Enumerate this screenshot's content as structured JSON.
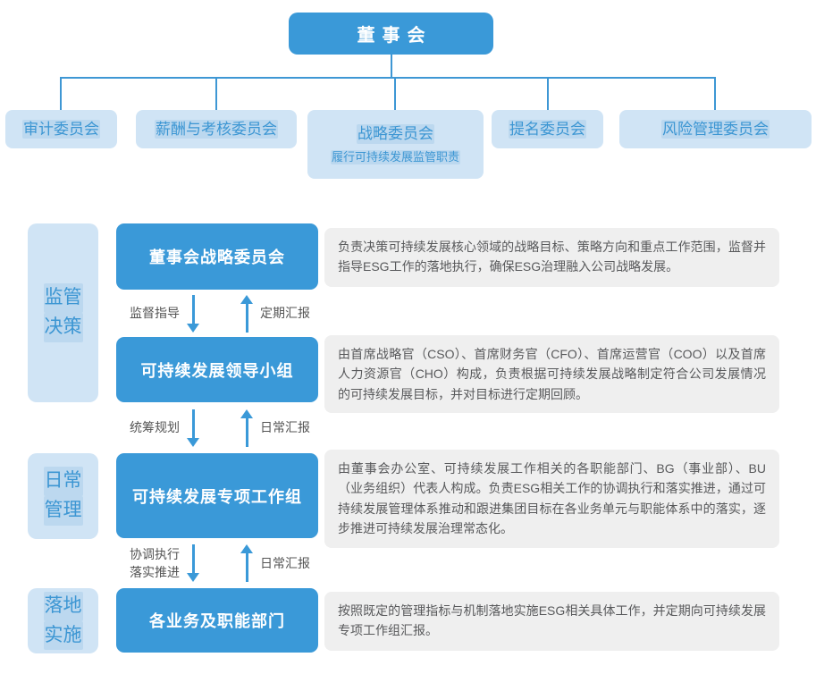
{
  "colors": {
    "primary_blue": "#3a99d8",
    "line_blue": "#3e97d4",
    "light_blue": "#d0e4f5",
    "hl_blue": "#bcd8ef",
    "label_blue": "#3c96d3",
    "desc_bg": "#efefef",
    "desc_text": "#58595b",
    "arrow_label": "#555555"
  },
  "board": {
    "label": "董事会"
  },
  "committees": [
    {
      "label": "审计委员会"
    },
    {
      "label": "薪酬与考核委员会"
    },
    {
      "label": "战略委员会",
      "sublabel": "履行可持续发展监管职责"
    },
    {
      "label": "提名委员会"
    },
    {
      "label": "风险管理委员会"
    }
  ],
  "stages": [
    {
      "line1": "监管",
      "line2": "决策"
    },
    {
      "line1": "日常",
      "line2": "管理"
    },
    {
      "line1": "落地",
      "line2": "实施"
    }
  ],
  "rows": [
    {
      "title": "董事会战略委员会",
      "description": "负责决策可持续发展核心领域的战略目标、策略方向和重点工作范围，监督并指导ESG工作的落地执行，确保ESG治理融入公司战略发展。"
    },
    {
      "title": "可持续发展领导小组",
      "description": "由首席战略官（CSO）、首席财务官（CFO）、首席运营官（COO）以及首席人力资源官（CHO）构成，负责根据可持续发展战略制定符合公司发展情况的可持续发展目标，并对目标进行定期回顾。"
    },
    {
      "title": "可持续发展专项工作组",
      "description": "由董事会办公室、可持续发展工作相关的各职能部门、BG（事业部）、BU（业务组织）代表人构成。负责ESG相关工作的协调执行和落实推进，通过可持续发展管理体系推动和跟进集团目标在各业务单元与职能体系中的落实，逐步推进可持续发展治理常态化。"
    },
    {
      "title": "各业务及职能部门",
      "description": "按照既定的管理指标与机制落地实施ESG相关具体工作，并定期向可持续发展专项工作组汇报。"
    }
  ],
  "flows": [
    {
      "down_label": "监督指导",
      "up_label": "定期汇报"
    },
    {
      "down_label": "统筹规划",
      "up_label": "日常汇报"
    },
    {
      "down_label": "协调执行",
      "down_label2": "落实推进",
      "up_label": "日常汇报"
    }
  ]
}
